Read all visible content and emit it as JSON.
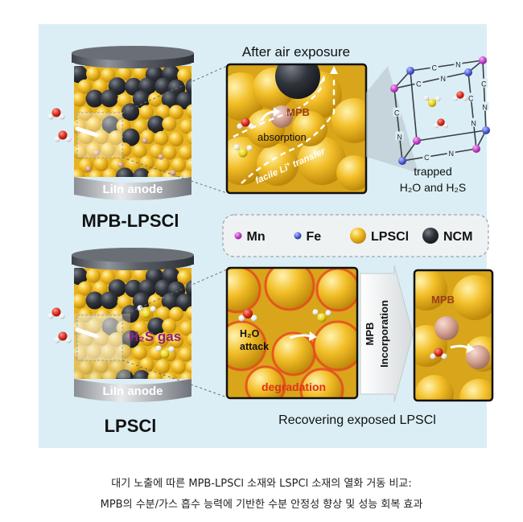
{
  "labels": {
    "after_air": "After air exposure",
    "mpb_particle": "MPB",
    "absorption": "absorption",
    "facile_li": "facile Li",
    "facile_li_sup": "+",
    "facile_li_tail": " transfer",
    "trapped_1": "trapped",
    "trapped_2": "H₂O and H₂S",
    "anode_top": "LiIn anode",
    "mpb_lpscl": "MPB-LPSCl",
    "h2s_gas": "H₂S gas",
    "anode_bottom": "LiIn anode",
    "lpscl": "LPSCl",
    "h2o": "H₂O",
    "attack": "attack",
    "degradation": "degradation",
    "mpb_arrow_1": "MPB",
    "mpb_arrow_2": "Incorporation",
    "mpb_particle_2": "MPB",
    "recovering": "Recovering exposed LPSCl",
    "cn_c": "C",
    "cn_n": "N"
  },
  "legend": [
    {
      "label": "Mn",
      "color": "#c43fc9"
    },
    {
      "label": "Fe",
      "color": "#4f5fd6"
    },
    {
      "label": "LPSCl",
      "color": "#f0bd25"
    },
    {
      "label": "NCM",
      "color": "#2c2f35"
    }
  ],
  "captions": {
    "line1": "대기 노출에 따른 MPB-LPSCl 소재와 LSPCl 소재의 열화 거동 비교:",
    "line2": "MPB의 수분/가스 흡수 능력에 기반한 수분 안정성 향상 및 성능 회복 효과"
  },
  "colors": {
    "lpscl": "#f0bd25",
    "ncm": "#2c2f35",
    "mpb": "#d8a79a",
    "degradation": "#e74a1f",
    "mpb_text": "#9a3f16"
  }
}
